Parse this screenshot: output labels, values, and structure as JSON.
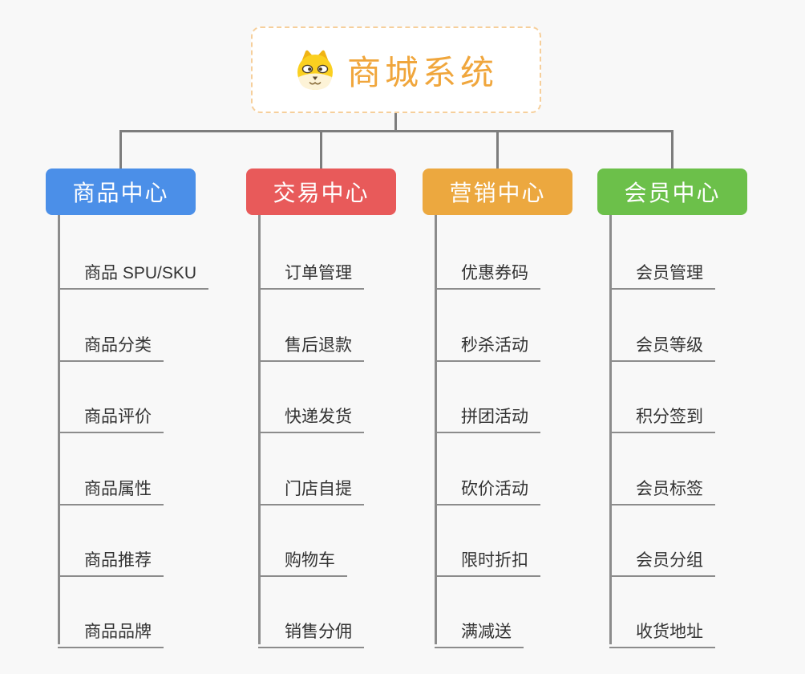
{
  "root": {
    "label": "商城系统",
    "icon": "dog-icon",
    "text_color": "#F0A63C",
    "border_color": "#F6CF9B"
  },
  "style": {
    "background": "#F8F8F8",
    "connector_color": "#7D7D7D",
    "underline_color": "#8C8C8C",
    "item_text_color": "#333333"
  },
  "branches": [
    {
      "label": "商品中心",
      "color": "#4B8FE8",
      "items": [
        "商品 SPU/SKU",
        "商品分类",
        "商品评价",
        "商品属性",
        "商品推荐",
        "商品品牌"
      ]
    },
    {
      "label": "交易中心",
      "color": "#E85A5A",
      "items": [
        "订单管理",
        "售后退款",
        "快递发货",
        "门店自提",
        "购物车",
        "销售分佣"
      ]
    },
    {
      "label": "营销中心",
      "color": "#ECA83F",
      "items": [
        "优惠券码",
        "秒杀活动",
        "拼团活动",
        "砍价活动",
        "限时折扣",
        "满减送"
      ]
    },
    {
      "label": "会员中心",
      "color": "#6CC04A",
      "items": [
        "会员管理",
        "会员等级",
        "积分签到",
        "会员标签",
        "会员分组",
        "收货地址"
      ]
    }
  ]
}
